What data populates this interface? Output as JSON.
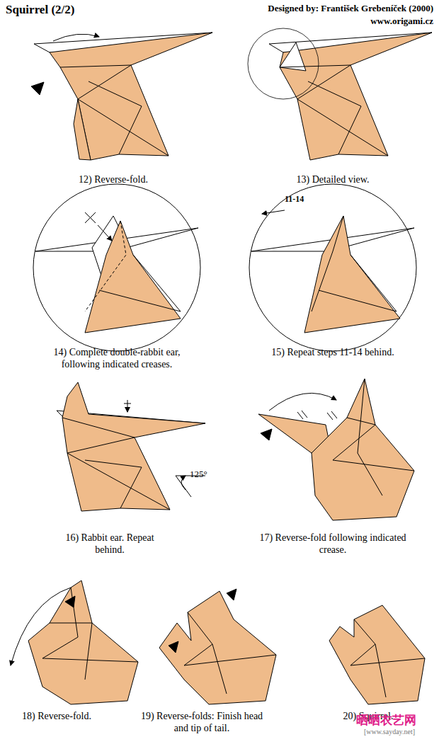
{
  "diagram": {
    "title": "Squirrel (2/2)",
    "labels": [
      "Designed by: František Grebeníček (2000)",
      "www.origami.cz",
      "12) Reverse-fold.",
      "13) Detailed view.",
      "14) Complete double-rabbit ear, following indicated creases.",
      "15) Repeat steps 11-14 behind.",
      "11-14",
      "16) Rabbit ear. Repeat behind.",
      "125°",
      "17) Reverse-fold following indicated crease.",
      "18) Reverse-fold.",
      "19) Reverse-folds: Finish head and tip of tail.",
      "20) Squirrel.",
      "晒晒衣艺网",
      "[www.sayday.net]"
    ]
  }
}
